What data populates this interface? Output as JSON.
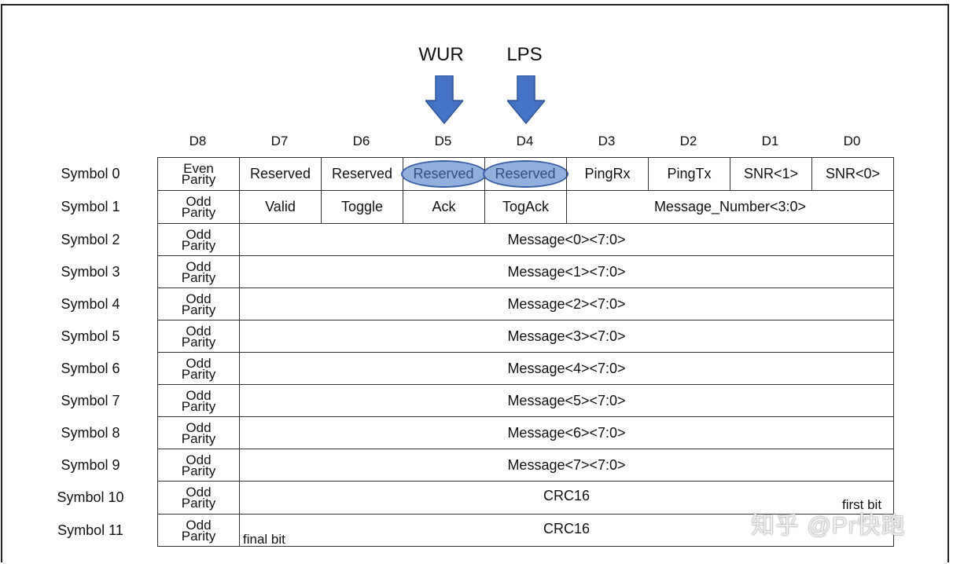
{
  "arrows": [
    {
      "label": "WUR"
    },
    {
      "label": "LPS"
    }
  ],
  "columns": [
    "D8",
    "D7",
    "D6",
    "D5",
    "D4",
    "D3",
    "D2",
    "D1",
    "D0"
  ],
  "rows": [
    {
      "label": "Symbol 0",
      "parity": [
        "Even",
        "Parity"
      ],
      "fields": [
        "Reserved",
        "Reserved",
        "Reserved",
        "Reserved",
        "PingRx",
        "PingTx",
        "SNR<1>",
        "SNR<0>"
      ]
    },
    {
      "label": "Symbol 1",
      "parity": [
        "Odd",
        "Parity"
      ],
      "fields": [
        "Valid",
        "Toggle",
        "Ack",
        "TogAck",
        "Message_Number<3:0>"
      ]
    },
    {
      "label": "Symbol 2",
      "parity": [
        "Odd",
        "Parity"
      ],
      "fields": [
        "Message<0><7:0>"
      ]
    },
    {
      "label": "Symbol 3",
      "parity": [
        "Odd",
        "Parity"
      ],
      "fields": [
        "Message<1><7:0>"
      ]
    },
    {
      "label": "Symbol 4",
      "parity": [
        "Odd",
        "Parity"
      ],
      "fields": [
        "Message<2><7:0>"
      ]
    },
    {
      "label": "Symbol 5",
      "parity": [
        "Odd",
        "Parity"
      ],
      "fields": [
        "Message<3><7:0>"
      ]
    },
    {
      "label": "Symbol 6",
      "parity": [
        "Odd",
        "Parity"
      ],
      "fields": [
        "Message<4><7:0>"
      ]
    },
    {
      "label": "Symbol 7",
      "parity": [
        "Odd",
        "Parity"
      ],
      "fields": [
        "Message<5><7:0>"
      ]
    },
    {
      "label": "Symbol 8",
      "parity": [
        "Odd",
        "Parity"
      ],
      "fields": [
        "Message<6><7:0>"
      ]
    },
    {
      "label": "Symbol 9",
      "parity": [
        "Odd",
        "Parity"
      ],
      "fields": [
        "Message<7><7:0>"
      ]
    },
    {
      "label": "Symbol 10",
      "parity": [
        "Odd",
        "Parity"
      ],
      "fields": [
        "CRC16"
      ]
    },
    {
      "label": "Symbol 11",
      "parity": [
        "Odd",
        "Parity"
      ],
      "fields": [
        "CRC16"
      ]
    }
  ],
  "notes": {
    "first_bit": "first bit",
    "final_bit": "final bit"
  },
  "watermark": "知乎 @Pr快跑",
  "colors": {
    "highlight_fill": "#8fb0dc",
    "highlight_border": "#3a5fa6",
    "arrow_fill": "#4472c4"
  }
}
